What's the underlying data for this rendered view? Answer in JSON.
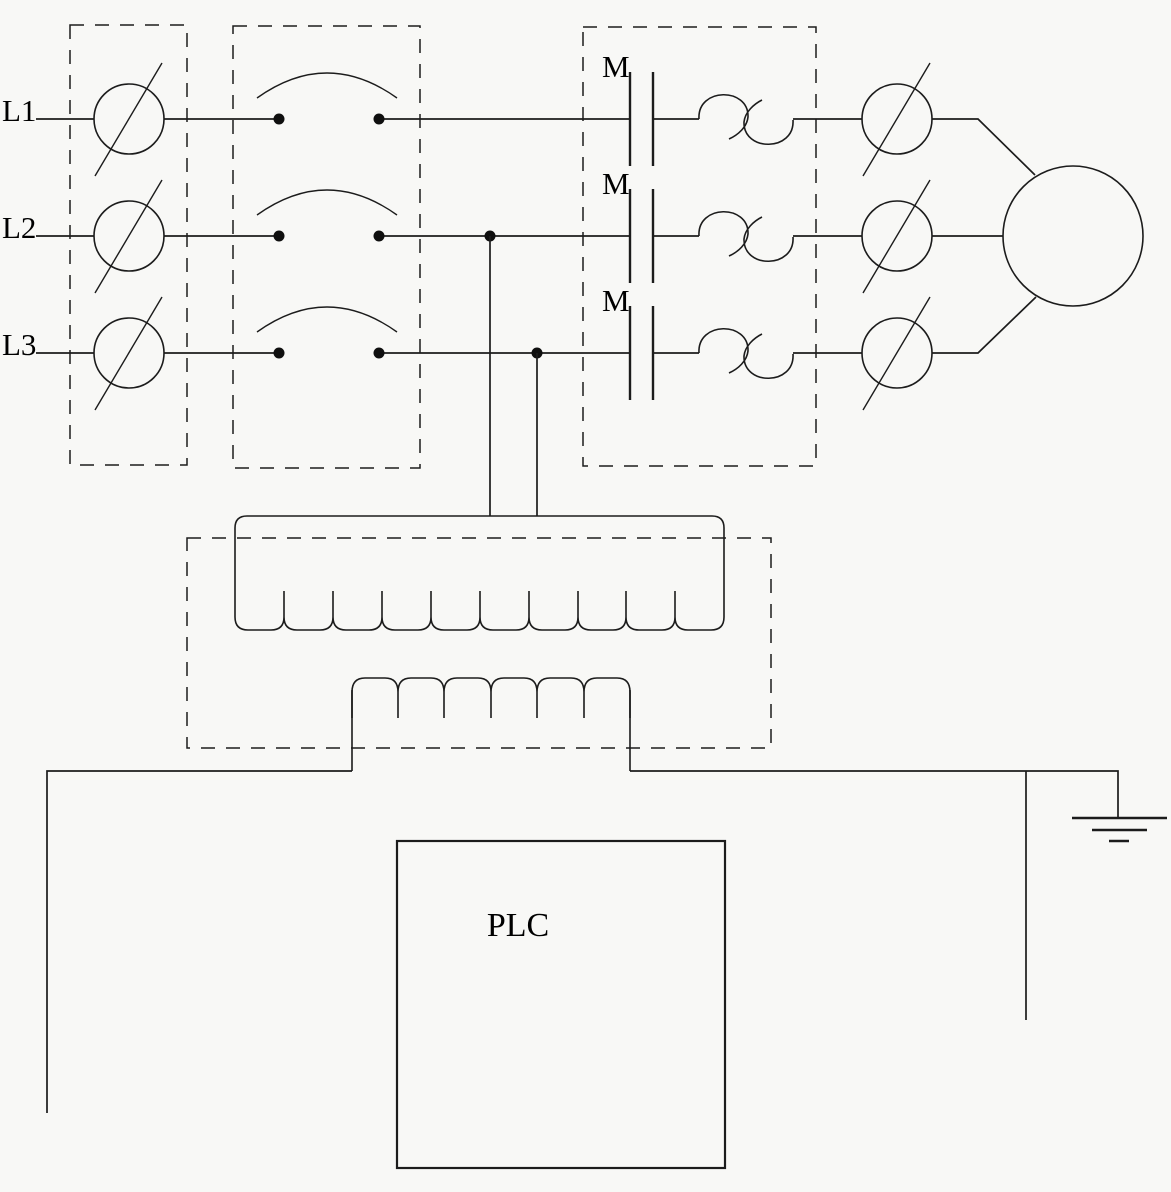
{
  "diagram": {
    "phase_labels": {
      "l1": "L1",
      "l2": "L2",
      "l3": "L3"
    },
    "contactor_labels": {
      "l1": "M",
      "l2": "M",
      "l3": "M"
    },
    "plc_label": "PLC",
    "colors": {
      "line": "#1c1c1c",
      "background": "#f8f8f6",
      "dot": "#0f0f0f",
      "text": "#000000"
    }
  }
}
